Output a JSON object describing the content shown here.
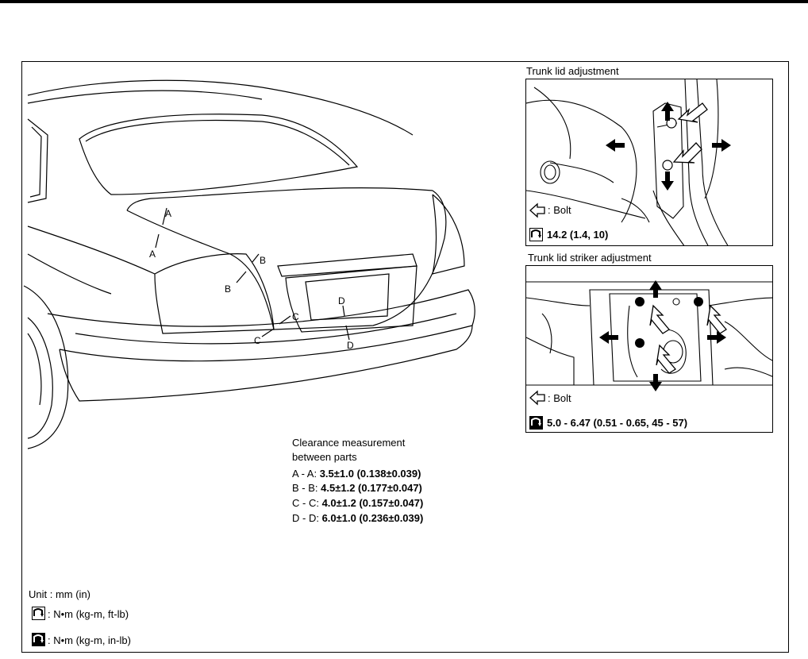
{
  "diagram": {
    "trunk_lid_adjustment": {
      "title": "Trunk lid adjustment",
      "bolt_label": ": Bolt",
      "torque": "14.2 (1.4, 10)"
    },
    "striker_adjustment": {
      "title": "Trunk lid striker adjustment",
      "bolt_label": ": Bolt",
      "torque": "5.0 - 6.47 (0.51 - 0.65, 45 - 57)"
    },
    "clearance": {
      "title_line1": "Clearance measurement",
      "title_line2": "between parts",
      "rows": [
        {
          "label": "A - A:",
          "value": "3.5±1.0 (0.138±0.039)"
        },
        {
          "label": "B - B:",
          "value": "4.5±1.2 (0.177±0.047)"
        },
        {
          "label": "C - C:",
          "value": "4.0±1.2 (0.157±0.047)"
        },
        {
          "label": "D - D:",
          "value": "6.0±1.0 (0.236±0.039)"
        }
      ]
    },
    "point_labels": {
      "a": "A",
      "b": "B",
      "c": "C",
      "d": "D"
    },
    "legend": {
      "unit": "Unit : mm (in)",
      "torque_ft_lb": ": N•m (kg-m, ft-lb)",
      "torque_in_lb": ": N•m (kg-m, in-lb)"
    },
    "icons": {
      "torque_ft_lb": "torque-wrench-ft-lb-icon",
      "torque_in_lb": "torque-wrench-in-lb-icon",
      "bolt": "hollow-arrow-bolt-icon"
    }
  }
}
